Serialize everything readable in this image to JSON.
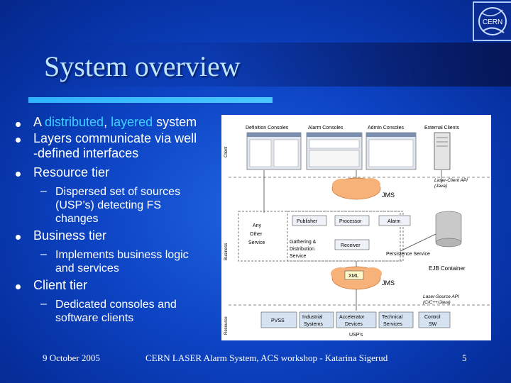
{
  "slide": {
    "title": "System overview",
    "bullets": [
      {
        "pre": "A ",
        "hl1": "distributed",
        "mid": ", ",
        "hl2": "layered",
        "post": " system"
      },
      {
        "line1": "Layers communicate via well",
        "line2": "-defined interfaces"
      },
      {
        "text": "Resource tier"
      },
      {
        "text": "Business tier"
      },
      {
        "text": "Client tier"
      }
    ],
    "subbullets": [
      {
        "dash": "–",
        "lines": [
          "Dispersed set of sources",
          "(USP’s) detecting FS",
          "changes"
        ]
      },
      {
        "dash": "–",
        "lines": [
          "Implements business logic",
          "and services"
        ]
      },
      {
        "dash": "–",
        "lines": [
          "Dedicated consoles and",
          "software clients"
        ]
      }
    ]
  },
  "logo": {
    "text": "CERN"
  },
  "diagram": {
    "client_consoles": [
      "Definition Consoles",
      "Alarm Consoles",
      "Admin Consoles",
      "External Clients"
    ],
    "client_side_label": "Client",
    "business_side_label": "Business",
    "resource_side_label": "Resource",
    "laser_client_api": [
      "Laser-Client API",
      "(Java)"
    ],
    "jms_top": "JMS",
    "any_other_service": [
      "Any",
      "Other",
      "Service"
    ],
    "publisher": "Publisher",
    "processor": "Processor",
    "alarm": "Alarm",
    "gathering": [
      "Gathering &",
      "Distribution",
      "Service"
    ],
    "receiver": "Receiver",
    "persistence": "Persistence Service",
    "ejb": "EJB Container",
    "xml": "XML",
    "jms_bottom": "JMS",
    "laser_source_api": [
      "Laser-Source API",
      "(C/C++/Java)"
    ],
    "sources": [
      [
        "PVSS"
      ],
      [
        "Industrial",
        "Systems"
      ],
      [
        "Accelerator",
        "Devices"
      ],
      [
        "Technical",
        "Services"
      ],
      [
        "Control",
        "SW"
      ]
    ],
    "usp_label": "USP's"
  },
  "footer": {
    "date": "9 October 2005",
    "center": "CERN LASER Alarm System, ACS workshop - Katarina Sigerud",
    "page": "5"
  },
  "colors": {
    "accent": "#3fd0ff",
    "title": "#bfe6ff",
    "rule": "#2fb3ff"
  }
}
